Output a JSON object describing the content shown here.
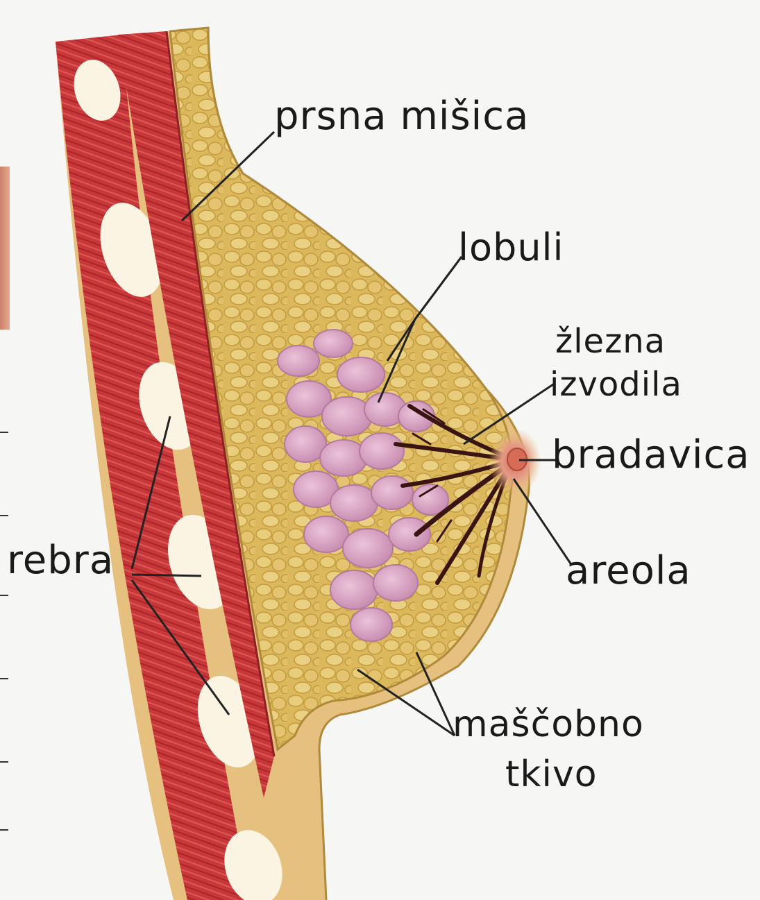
{
  "labels": {
    "pectoral_muscle": "prsna mišica",
    "lobules": "lobuli",
    "ducts_line1": "žlezna",
    "ducts_line2": "izvodila",
    "nipple": "bradavica",
    "areola": "areola",
    "ribs": "rebra",
    "fat_line1": "maščobno",
    "fat_line2": "tkivo"
  },
  "colors": {
    "background": "#f6f6f4",
    "muscle": "#c8383a",
    "rib_bone": "#fbf4e2",
    "fat": "#d9b55a",
    "skin": "#e7c483",
    "lobule": "#d9a6c6",
    "duct": "#3a1410",
    "areola": "#e49b86",
    "leader_line": "#222222"
  }
}
